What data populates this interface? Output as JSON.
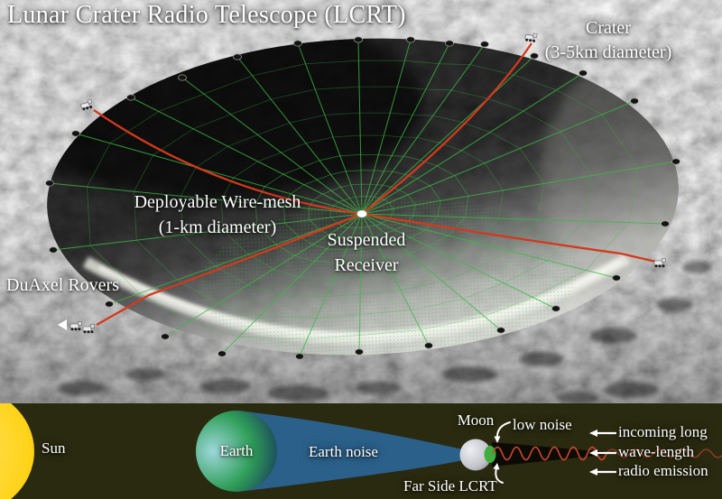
{
  "title": "Lunar Crater Radio Telescope (LCRT)",
  "crater_view": {
    "crater_label": {
      "line1": "Crater",
      "line2": "(3-5km diameter)"
    },
    "mesh_label": {
      "line1": "Deployable Wire-mesh",
      "line2": "(1-km diameter)"
    },
    "receiver_label": {
      "line1": "Suspended",
      "line2": "Receiver"
    },
    "rovers_label": "DuAxel Rovers"
  },
  "schematic": {
    "sun_label": "Sun",
    "earth_label": "Earth",
    "earth_noise_label": "Earth noise",
    "moon_label": "Moon",
    "low_noise_label": "low noise",
    "far_side_label": "Far Side LCRT",
    "emission_lines": [
      "incoming long",
      "wave-length",
      "radio emission"
    ]
  },
  "icons": {
    "rover": "rover-icon",
    "receiver": "receiver-dot-icon",
    "anchor": "anchor-dot-icon",
    "left_arrow": "arrow-left-icon",
    "curved_arrow": "curved-arrow-icon"
  },
  "colors": {
    "mesh_green": "#3bb944",
    "cable_red": "#d23a1c",
    "sun_yellow": "#ffd21c",
    "earth_noise_blue": "#2a6089",
    "lcrt_green": "#3fae3f",
    "wave_red": "#8e3a22",
    "wave_red_bright": "#c74430",
    "strip_background": "#2a2a11",
    "text_white": "#ffffff"
  }
}
